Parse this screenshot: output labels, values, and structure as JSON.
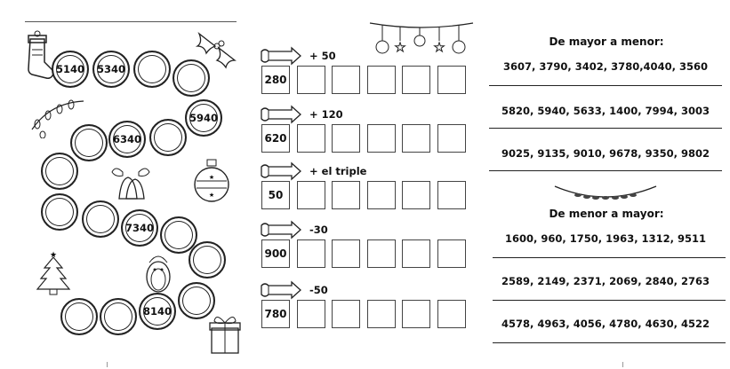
{
  "path_game": {
    "numbers": [
      "5140",
      "5340",
      "5940",
      "6340",
      "7340",
      "8140"
    ]
  },
  "operations": [
    {
      "label": "+ 50",
      "start": "280"
    },
    {
      "label": "+ 120",
      "start": "620"
    },
    {
      "label": "+ el triple",
      "start": "50"
    },
    {
      "label": "-30",
      "start": "900"
    },
    {
      "label": "-50",
      "start": "780"
    }
  ],
  "ordering": {
    "desc_title": "De mayor a menor:",
    "desc": [
      "3607, 3790, 3402, 3780,4040, 3560",
      "5820, 5940, 5633, 1400, 7994, 3003",
      "9025, 9135, 9010, 9678, 9350, 9802"
    ],
    "asc_title": "De menor a mayor:",
    "asc": [
      "1600, 960, 1750, 1963, 1312, 9511",
      "2589, 2149, 2371, 2069, 2840, 2763",
      "4578, 4963, 4056, 4780, 4630, 4522"
    ]
  },
  "icons": [
    "stocking-icon",
    "holly-icon",
    "lights-icon",
    "bells-icon",
    "ornament-icon",
    "tree-icon",
    "penguin-icon",
    "gift-icon",
    "garland-icon",
    "arrow-banner-icon",
    "laurel-divider-icon"
  ]
}
